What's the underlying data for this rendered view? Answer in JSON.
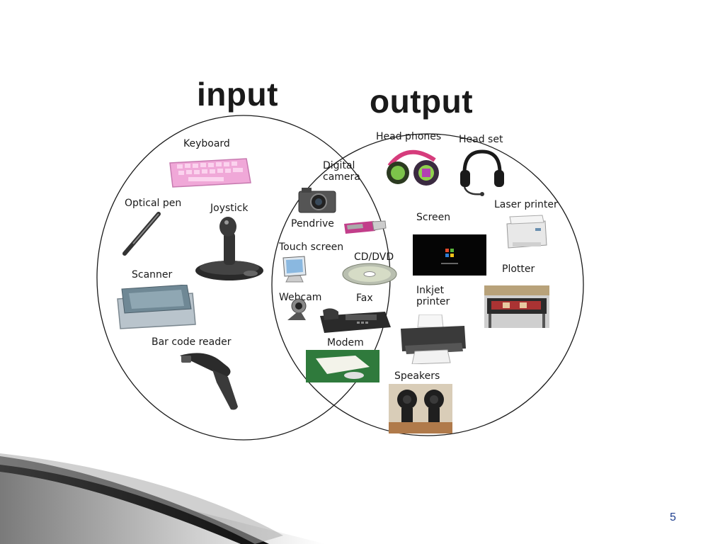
{
  "titles": {
    "input": "input",
    "output": "output"
  },
  "input_items": {
    "keyboard": "Keyboard",
    "optical_pen": "Optical pen",
    "joystick": "Joystick",
    "scanner": "Scanner",
    "barcode_reader": "Bar code reader"
  },
  "shared_items": {
    "digital_camera_line1": "Digital",
    "digital_camera_line2": "camera",
    "pendrive": "Pendrive",
    "touch_screen": "Touch screen",
    "cd_dvd": "CD/DVD",
    "webcam": "Webcam",
    "fax": "Fax",
    "modem": "Modem"
  },
  "output_items": {
    "head_phones": "Head phones",
    "head_set": "Head set",
    "screen": "Screen",
    "laser_printer": "Laser printer",
    "plotter": "Plotter",
    "inkjet_line1": "Inkjet",
    "inkjet_line2": "printer",
    "speakers": "Speakers"
  },
  "page_number": "5",
  "colors": {
    "page_number": "#1f3f8f",
    "circle_stroke": "#1a1a1a"
  }
}
